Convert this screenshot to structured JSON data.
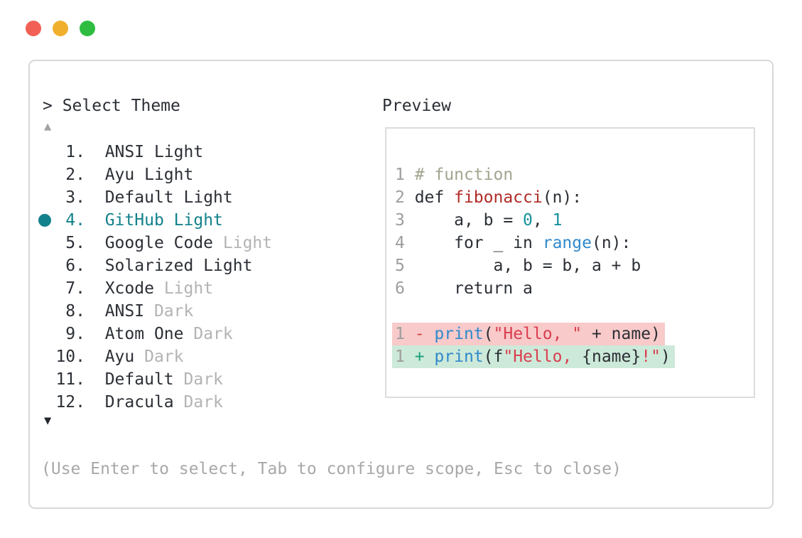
{
  "window": {
    "traffic_lights": [
      {
        "name": "close",
        "color": "#f15f55"
      },
      {
        "name": "minimize",
        "color": "#f0b02e"
      },
      {
        "name": "zoom",
        "color": "#2ebd41"
      }
    ]
  },
  "picker": {
    "prompt": "> Select Theme",
    "scroll_up_glyph": "▲",
    "scroll_down_glyph": "▼",
    "selected_index": 4,
    "accent_color": "#12818b",
    "items": [
      {
        "number": "1.",
        "name": "ANSI",
        "variant": "Light",
        "variant_muted": false,
        "selected": false
      },
      {
        "number": "2.",
        "name": "Ayu",
        "variant": "Light",
        "variant_muted": false,
        "selected": false
      },
      {
        "number": "3.",
        "name": "Default",
        "variant": "Light",
        "variant_muted": false,
        "selected": false
      },
      {
        "number": "4.",
        "name": "GitHub",
        "variant": "Light",
        "variant_muted": false,
        "selected": true
      },
      {
        "number": "5.",
        "name": "Google Code",
        "variant": "Light",
        "variant_muted": true,
        "selected": false
      },
      {
        "number": "6.",
        "name": "Solarized",
        "variant": "Light",
        "variant_muted": false,
        "selected": false
      },
      {
        "number": "7.",
        "name": "Xcode",
        "variant": "Light",
        "variant_muted": true,
        "selected": false
      },
      {
        "number": "8.",
        "name": "ANSI",
        "variant": "Dark",
        "variant_muted": true,
        "selected": false
      },
      {
        "number": "9.",
        "name": "Atom One",
        "variant": "Dark",
        "variant_muted": true,
        "selected": false
      },
      {
        "number": "10.",
        "name": "Ayu",
        "variant": "Dark",
        "variant_muted": true,
        "selected": false
      },
      {
        "number": "11.",
        "name": "Default",
        "variant": "Dark",
        "variant_muted": true,
        "selected": false
      },
      {
        "number": "12.",
        "name": "Dracula",
        "variant": "Dark",
        "variant_muted": true,
        "selected": false
      }
    ]
  },
  "preview": {
    "title": "Preview",
    "diff_removed_bg": "#f8caca",
    "diff_added_bg": "#cde9d9",
    "lines": [
      {
        "bg": "",
        "tokens": [
          {
            "t": "1 ",
            "c": "lineno"
          },
          {
            "t": "# function",
            "c": "comment"
          }
        ]
      },
      {
        "bg": "",
        "tokens": [
          {
            "t": "2 ",
            "c": "lineno"
          },
          {
            "t": "def ",
            "c": "code"
          },
          {
            "t": "fibonacci",
            "c": "defname"
          },
          {
            "t": "(n):",
            "c": "code"
          }
        ]
      },
      {
        "bg": "",
        "tokens": [
          {
            "t": "3 ",
            "c": "lineno"
          },
          {
            "t": "    a, b = ",
            "c": "code"
          },
          {
            "t": "0",
            "c": "number"
          },
          {
            "t": ", ",
            "c": "code"
          },
          {
            "t": "1",
            "c": "number"
          }
        ]
      },
      {
        "bg": "",
        "tokens": [
          {
            "t": "4 ",
            "c": "lineno"
          },
          {
            "t": "    for _ in ",
            "c": "code"
          },
          {
            "t": "range",
            "c": "builtin"
          },
          {
            "t": "(n):",
            "c": "code"
          }
        ]
      },
      {
        "bg": "",
        "tokens": [
          {
            "t": "5 ",
            "c": "lineno"
          },
          {
            "t": "        a, b = b, a + b",
            "c": "code"
          }
        ]
      },
      {
        "bg": "",
        "tokens": [
          {
            "t": "6 ",
            "c": "lineno"
          },
          {
            "t": "    return a",
            "c": "code"
          }
        ]
      },
      {
        "bg": "",
        "tokens": []
      },
      {
        "bg": "removed",
        "tokens": [
          {
            "t": "1 ",
            "c": "lineno"
          },
          {
            "t": "- ",
            "c": "minus"
          },
          {
            "t": "print",
            "c": "builtin"
          },
          {
            "t": "(",
            "c": "code"
          },
          {
            "t": "\"Hello, \"",
            "c": "string"
          },
          {
            "t": " + name)",
            "c": "code"
          }
        ]
      },
      {
        "bg": "added",
        "tokens": [
          {
            "t": "1 ",
            "c": "lineno"
          },
          {
            "t": "+ ",
            "c": "plus"
          },
          {
            "t": "print",
            "c": "builtin"
          },
          {
            "t": "(f",
            "c": "code"
          },
          {
            "t": "\"Hello, ",
            "c": "string"
          },
          {
            "t": "{name}",
            "c": "code"
          },
          {
            "t": "!\"",
            "c": "string"
          },
          {
            "t": ")",
            "c": "code"
          }
        ]
      }
    ]
  },
  "footer": {
    "hint": "(Use Enter to select, Tab to configure scope, Esc to close)"
  }
}
